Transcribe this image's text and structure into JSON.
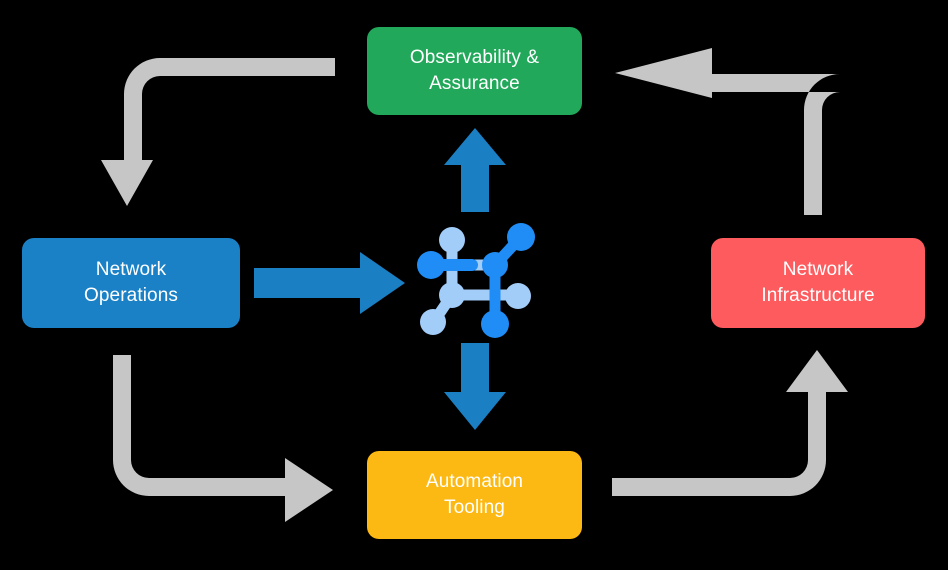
{
  "diagram": {
    "title": "Network automation lifecycle loop",
    "type": "cycle-diagram",
    "background_color": "#000000",
    "center_icon": {
      "name": "network-topology-icon",
      "dark_color": "#1f8df5",
      "light_color": "#a3cdf9"
    },
    "nodes": [
      {
        "id": "observability",
        "label": "Observability &\nAssurance",
        "color": "#22a85a",
        "text_color": "#ffffff",
        "position": "top"
      },
      {
        "id": "operations",
        "label": "Network\nOperations",
        "color": "#1b81c6",
        "text_color": "#ffffff",
        "position": "left"
      },
      {
        "id": "infrastructure",
        "label": "Network\nInfrastructure",
        "color": "#fd5b5e",
        "text_color": "#ffffff",
        "position": "right"
      },
      {
        "id": "automation",
        "label": "Automation\nTooling",
        "color": "#fdb913",
        "text_color": "#ffffff",
        "position": "bottom"
      }
    ],
    "connectors": [
      {
        "id": "operations-to-center",
        "style": "straight",
        "color": "#1b7fc4",
        "direction": "right",
        "from": "operations",
        "to": "center"
      },
      {
        "id": "center-to-observability",
        "style": "straight",
        "color": "#1b7fc4",
        "direction": "up",
        "from": "center",
        "to": "observability"
      },
      {
        "id": "center-to-automation",
        "style": "straight",
        "color": "#1b7fc4",
        "direction": "down",
        "from": "center",
        "to": "automation"
      },
      {
        "id": "observability-to-operations",
        "style": "elbow",
        "color": "#c6c6c6",
        "direction": "down",
        "from": "observability",
        "to": "operations"
      },
      {
        "id": "operations-to-automation",
        "style": "elbow",
        "color": "#c6c6c6",
        "direction": "right",
        "from": "operations",
        "to": "automation"
      },
      {
        "id": "automation-to-infrastructure",
        "style": "elbow",
        "color": "#c6c6c6",
        "direction": "up",
        "from": "automation",
        "to": "infrastructure"
      },
      {
        "id": "infrastructure-to-observability",
        "style": "elbow",
        "color": "#c6c6c6",
        "direction": "left",
        "from": "infrastructure",
        "to": "observability"
      }
    ]
  }
}
